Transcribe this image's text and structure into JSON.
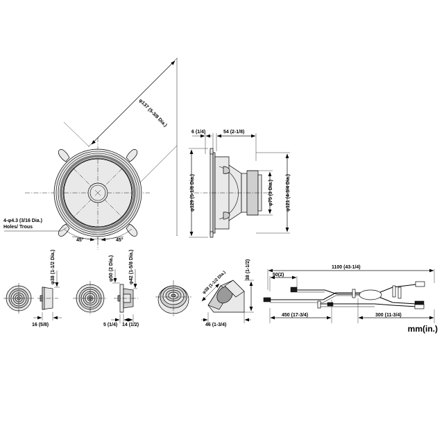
{
  "document": {
    "type": "technical-dimensional-drawing",
    "subject": "coaxial car speaker with tweeter and wiring harness",
    "unit_note": "mm(in.)"
  },
  "front_view": {
    "name": "speaker-front-view",
    "diagonal_dim": "φ137 (5-3/8 Dia.)",
    "hole_note_line1": "4-φ4.3 (3/16 Dia.)",
    "hole_note_line2": "Holes/ Trous",
    "angle_left": "45°",
    "angle_right": "45°"
  },
  "side_view": {
    "name": "speaker-side-view",
    "depth_flange": "6 (1/4)",
    "depth_body": "54 (2-1/8)",
    "dia_outer": "φ129 (5-1/8 Dia.)",
    "dia_magnet": "φ75 (3 Dia.)",
    "dia_basket": "φ121 (4-3/4 Dia.)"
  },
  "tweeter_a": {
    "name": "tweeter-flush-mount",
    "dia": "φ38 (1-1/2 Dia.)",
    "depth": "16 (5/8)"
  },
  "tweeter_b": {
    "name": "tweeter-with-flange",
    "dia_flange": "φ50 (2 Dia.)",
    "dia_body": "φ42 (1-5/8 Dia.)",
    "depth_flange": "5 (1/4)",
    "depth_body": "14 (1/2)"
  },
  "tweeter_c": {
    "name": "tweeter-angled-bracket",
    "dia": "φ38 (1-1/2 Dia.)",
    "height": "38 (1-1/2)",
    "base_length": "46 (1-3/4)"
  },
  "harness": {
    "name": "wiring-harness",
    "total_length": "1100 (43-1/4)",
    "lead_stub": "50(2)",
    "segment_left": "450 (17-3/4)",
    "segment_right": "300 (11-3/4)"
  },
  "colors": {
    "line": "#000000",
    "fill_light": "#e9e9e9",
    "fill_mid": "#cfcfcf",
    "fill_dark": "#9a9a9a",
    "background": "#ffffff"
  }
}
